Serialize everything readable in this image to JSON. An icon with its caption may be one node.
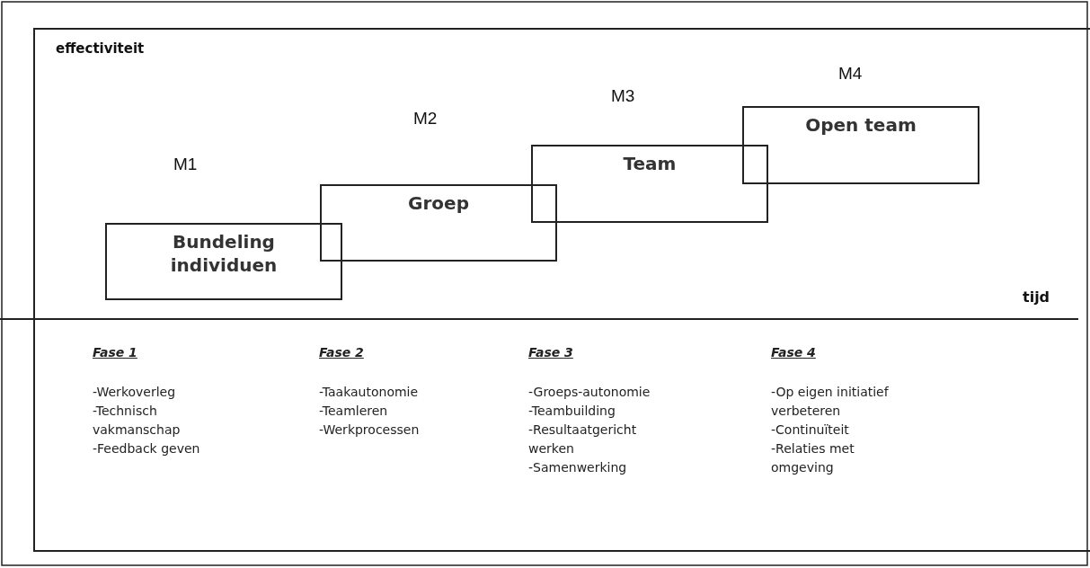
{
  "diagram": {
    "nodes": [
      {
        "text": [
          "Bundeling individuen"
        ]
      },
      {
        "text": [
          "Groep"
        ]
      },
      {
        "text": [
          "Team"
        ]
      },
      {
        "text": [
          "Open team"
        ]
      }
    ],
    "labels": [
      "effectiviteit",
      "M1",
      "M2",
      "M3",
      "M4",
      "tijd",
      "Fase 1",
      "-Werkoverleg",
      "-Technisch vakmanschap",
      "-Feedback geven",
      "Fase 2",
      "-Taakautonomie",
      "-Teamleren",
      "-Werkprocessen",
      "Fase 3",
      "-Groeps-autonomie",
      "-Teambuilding",
      "-Resultaatgericht werken",
      "-Samenwerking",
      "Fase 4",
      "-Op eigen initiatief verbeteren",
      "-Continuïteit",
      "-Relaties met omgeving"
    ]
  }
}
